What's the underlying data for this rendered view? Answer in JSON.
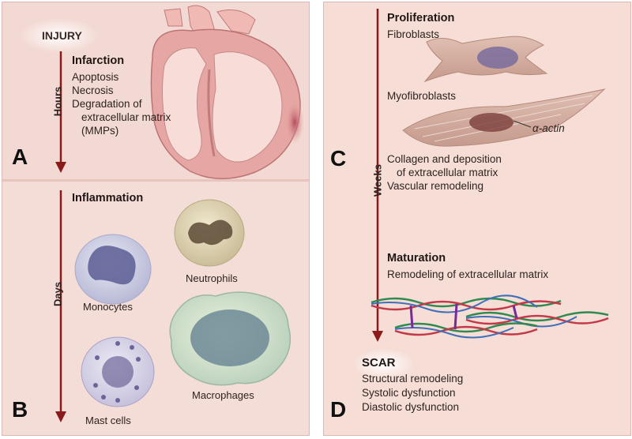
{
  "panel_a": {
    "letter": "A",
    "axis_label": "Hours",
    "injury": "INJURY",
    "heading": "Infarction",
    "lines": [
      "Apoptosis",
      "Necrosis",
      "Degradation of",
      "extracellular matrix",
      "(MMPs)"
    ]
  },
  "panel_b": {
    "letter": "B",
    "axis_label": "Days",
    "heading": "Inflammation",
    "cells": {
      "monocytes": "Monocytes",
      "neutrophils": "Neutrophils",
      "mast_cells": "Mast cells",
      "macrophages": "Macrophages"
    }
  },
  "panel_c": {
    "letter": "C",
    "axis_label": "Weeks",
    "heading": "Proliferation",
    "fibroblasts": "Fibroblasts",
    "myofibroblasts": "Myofibroblasts",
    "actin": "α-actin",
    "lines": [
      "Collagen and deposition",
      "of extracellular matrix",
      "Vascular remodeling"
    ]
  },
  "panel_d": {
    "letter": "D",
    "heading": "Maturation",
    "subheading": "Remodeling of extracellular matrix",
    "scar": "SCAR",
    "lines": [
      "Structural remodeling",
      "Systolic dysfunction",
      "Diastolic dysfunction"
    ]
  },
  "colors": {
    "arrow": "#8b1a1a",
    "panel_bg": "#f3d9d3",
    "heart_muscle": "#e6a7a4"
  }
}
